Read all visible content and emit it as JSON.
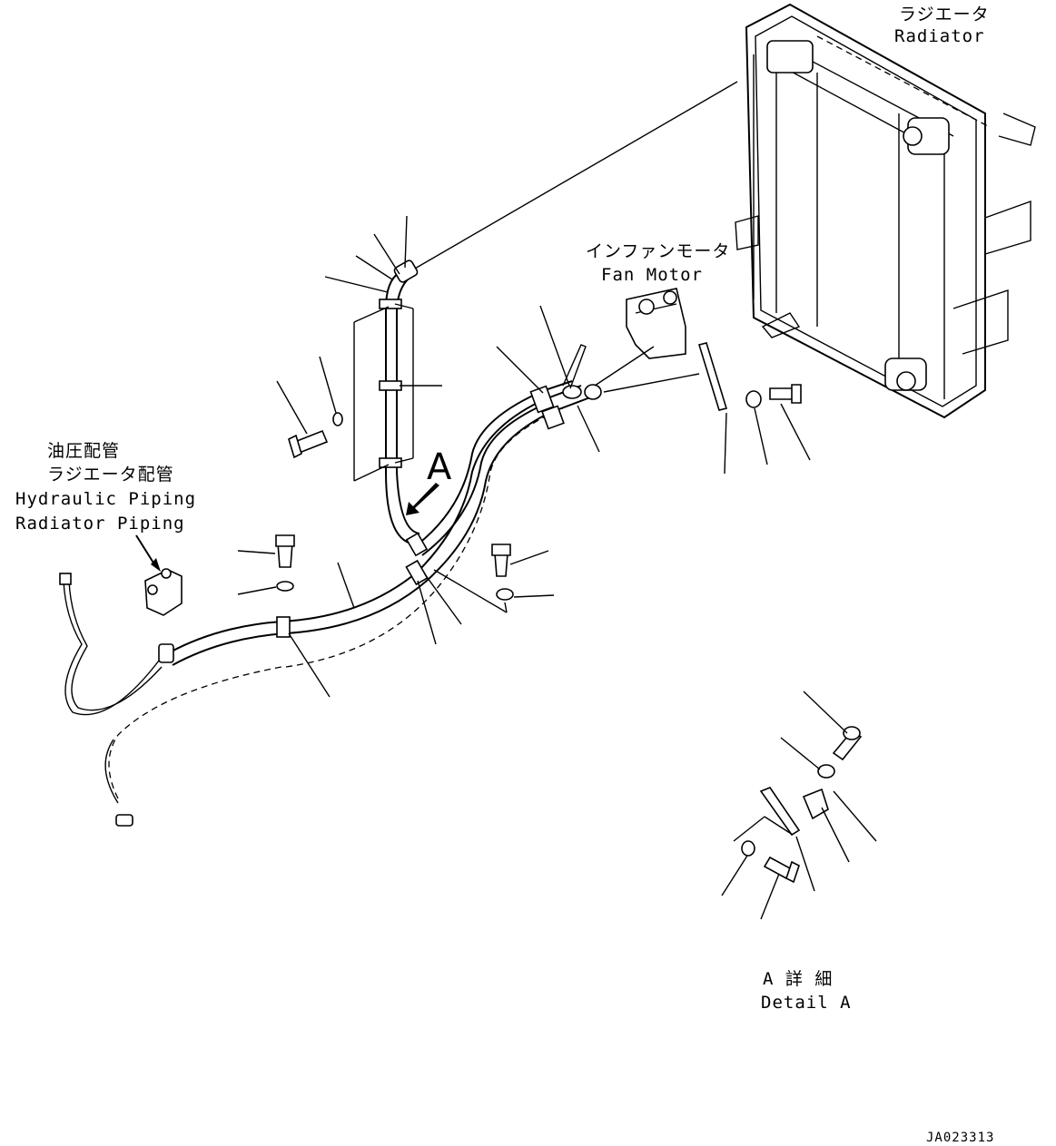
{
  "labels": {
    "radiator_jp": "ラジエータ",
    "radiator_en": "Radiator",
    "fan_motor_jp": "インファンモータ",
    "fan_motor_en": "Fan Motor",
    "hyd_jp1": "油圧配管",
    "hyd_jp2": "ラジエータ配管",
    "hyd_en1": "Hydraulic Piping",
    "hyd_en2": "Radiator Piping",
    "view_letter": "A",
    "detail_jp": "A 詳 細",
    "detail_en": "Detail A",
    "drawing_code": "JA023313"
  }
}
